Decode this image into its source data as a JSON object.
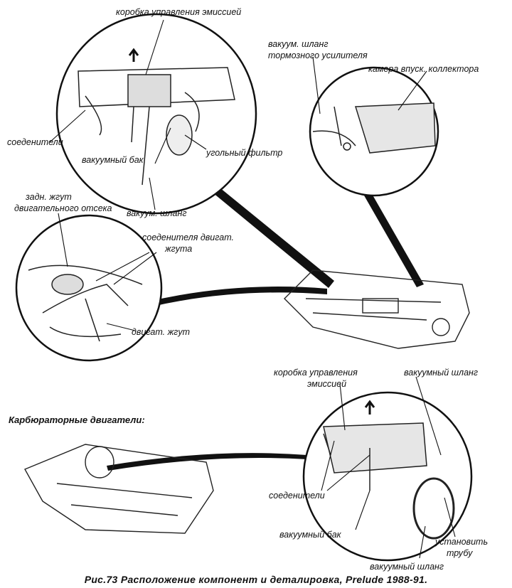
{
  "labels": {
    "emission_box_top": "коробка управления эмиссией",
    "connectors_top": "соеденители",
    "vacuum_tank_top": "вакуумный бак",
    "charcoal_filter": "угольный фильтр",
    "vacuum_hose_top": "вакуум. шланг",
    "brake_hose_line1": "вакуум. шланг",
    "brake_hose_line2": "тормозного усилителя",
    "intake_chamber": "камера впуск. коллектора",
    "rear_harness_line1": "задн. жгут",
    "rear_harness_line2": "двигательного отсека",
    "engine_harness_connectors_line1": "соеденителя двигат.",
    "engine_harness_connectors_line2": "жгута",
    "engine_harness": "двигат. жгут",
    "carb_engines": "Карбюраторные двигатели:",
    "emission_box_bottom_line1": "коробка управления",
    "emission_box_bottom_line2": "эмиссией",
    "vacuum_hose_right": "вакуумный шланг",
    "connectors_bottom": "соеденители",
    "vacuum_tank_bottom": "вакуумный бак",
    "install_pipe_line1": "установить",
    "install_pipe_line2": "трубу",
    "vacuum_hose_bottom": "вакуумный шланг"
  },
  "caption": "Рис.73 Расположение компонент и деталировка, Prelude 1988-91."
}
